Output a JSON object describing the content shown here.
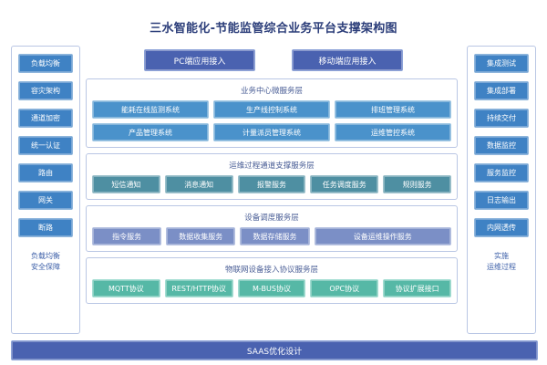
{
  "title": "三水智能化-节能监管综合业务平台支撑架构图",
  "top_buttons": [
    {
      "label": "PC端应用接入"
    },
    {
      "label": "移动端应用接入"
    }
  ],
  "left_panel": {
    "items": [
      {
        "label": "负载均衡"
      },
      {
        "label": "容灾架构"
      },
      {
        "label": "通道加密"
      },
      {
        "label": "统一认证"
      },
      {
        "label": "路由"
      },
      {
        "label": "网关"
      },
      {
        "label": "断路"
      }
    ],
    "caption_line1": "负载均衡",
    "caption_line2": "安全保障"
  },
  "right_panel": {
    "items": [
      {
        "label": "集成测试"
      },
      {
        "label": "集成部署"
      },
      {
        "label": "持续交付"
      },
      {
        "label": "数据监控"
      },
      {
        "label": "服务监控"
      },
      {
        "label": "日志输出"
      },
      {
        "label": "内网透传"
      }
    ],
    "caption_line1": "实施",
    "caption_line2": "运维过程"
  },
  "layers": [
    {
      "name": "business-center-layer",
      "title": "业务中心微服务层",
      "accent": "#4a92cb",
      "rows": [
        [
          {
            "label": "能耗在线监测系统"
          },
          {
            "label": "生产线控制系统"
          },
          {
            "label": "排班管理系统"
          }
        ],
        [
          {
            "label": "产品管理系统"
          },
          {
            "label": "计量派员管理系统"
          },
          {
            "label": "运维管控系统"
          }
        ]
      ]
    },
    {
      "name": "ops-channel-layer",
      "title": "运维过程通道支撑服务层",
      "accent": "#4e8fa2",
      "rows": [
        [
          {
            "label": "短信通知"
          },
          {
            "label": "消息通知"
          },
          {
            "label": "报警服务"
          },
          {
            "label": "任务调度服务"
          },
          {
            "label": "规则服务"
          }
        ]
      ]
    },
    {
      "name": "device-dispatch-layer",
      "title": "设备调度服务层",
      "accent": "#7b8fc6",
      "rows": [
        [
          {
            "label": "指令服务"
          },
          {
            "label": "数据收集服务"
          },
          {
            "label": "数据存储服务"
          },
          {
            "label": "设备运维操作服务",
            "wide": true
          }
        ]
      ]
    },
    {
      "name": "iot-protocol-layer",
      "title": "物联网设备接入协议服务层",
      "accent": "#56b8a6",
      "rows": [
        [
          {
            "label": "MQTT协议"
          },
          {
            "label": "REST/HTTP协议"
          },
          {
            "label": "M-BUS协议"
          },
          {
            "label": "OPC协议"
          },
          {
            "label": "协议扩展接口"
          }
        ]
      ]
    }
  ],
  "bottom_bar": {
    "label": "SAAS优化设计"
  }
}
